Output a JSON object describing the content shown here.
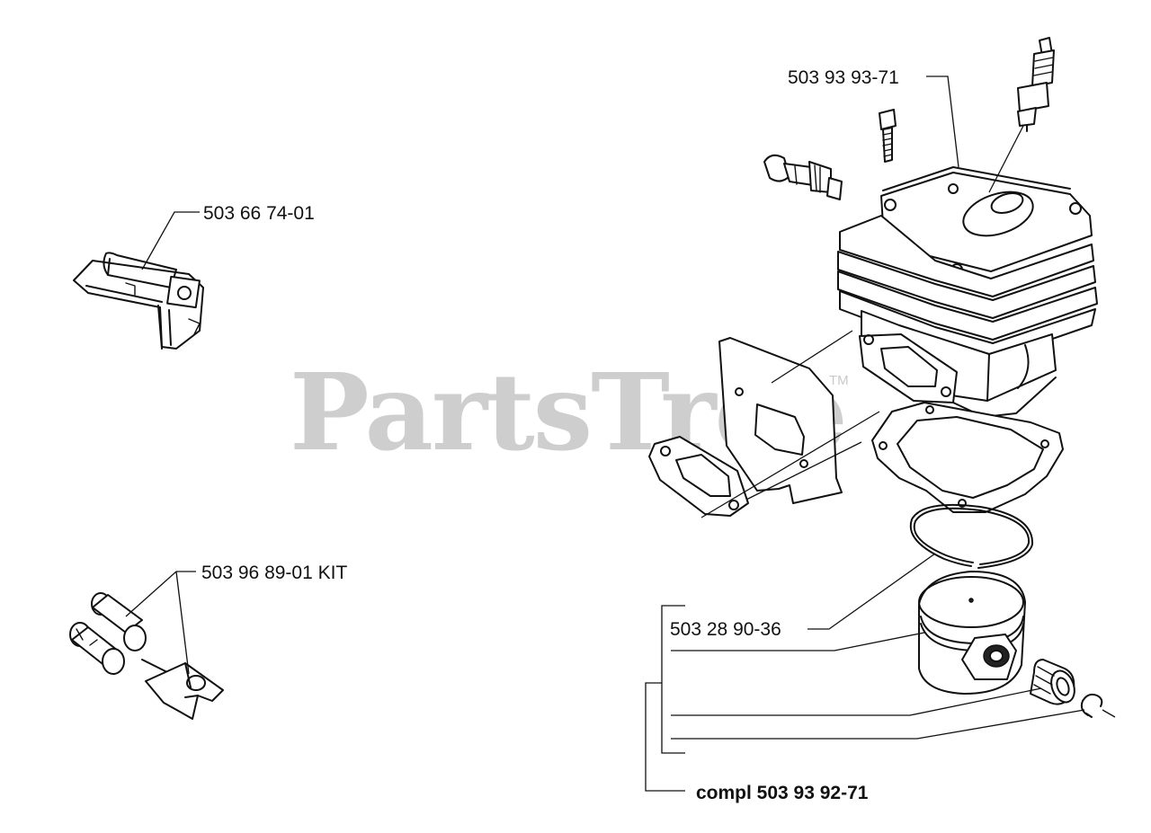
{
  "watermark": {
    "text": "PartsTree",
    "trademark": "TM"
  },
  "callouts": {
    "cylinder_head": "503 93 93-71",
    "heat_shield": "503 66 74-01",
    "kit": "503 96 89-01 KIT",
    "piston_ring": "503 28 90-36",
    "complete_assembly": "compl 503 93 92-71"
  }
}
